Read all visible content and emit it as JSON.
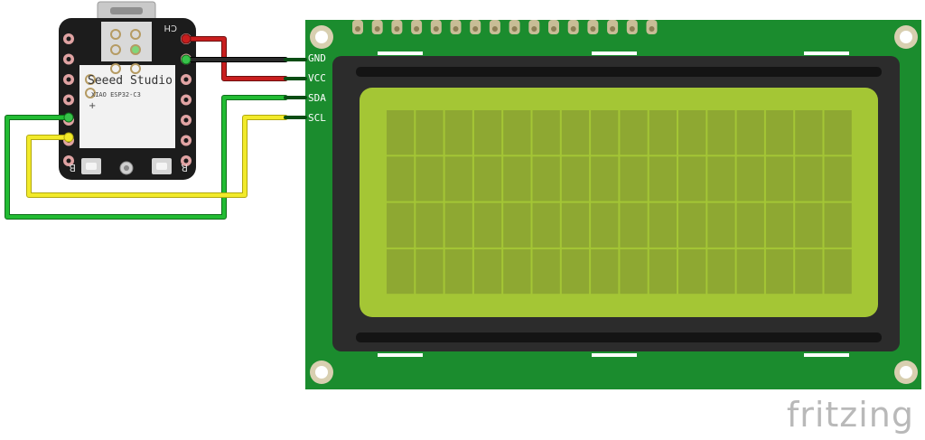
{
  "board": {
    "brand": "Seeed Studio",
    "model": "XIAO ESP32-C3",
    "pin_marks": {
      "top_right": "CH",
      "bottom_left": "B",
      "bottom_right": "R",
      "plus": "+"
    }
  },
  "lcd": {
    "pins": [
      "GND",
      "VCC",
      "SDA",
      "SCL"
    ],
    "screen_color": "#a4c635",
    "pcb_color": "#1b8c2e",
    "bezel_color": "#2c2c2c"
  },
  "wires": [
    {
      "id": "gnd",
      "color": "#1a1a1a"
    },
    {
      "id": "vcc",
      "color": "#c81e1e"
    },
    {
      "id": "sda",
      "color": "#22bb33"
    },
    {
      "id": "scl",
      "color": "#f2ea2a"
    }
  ],
  "watermark": "fritzing"
}
